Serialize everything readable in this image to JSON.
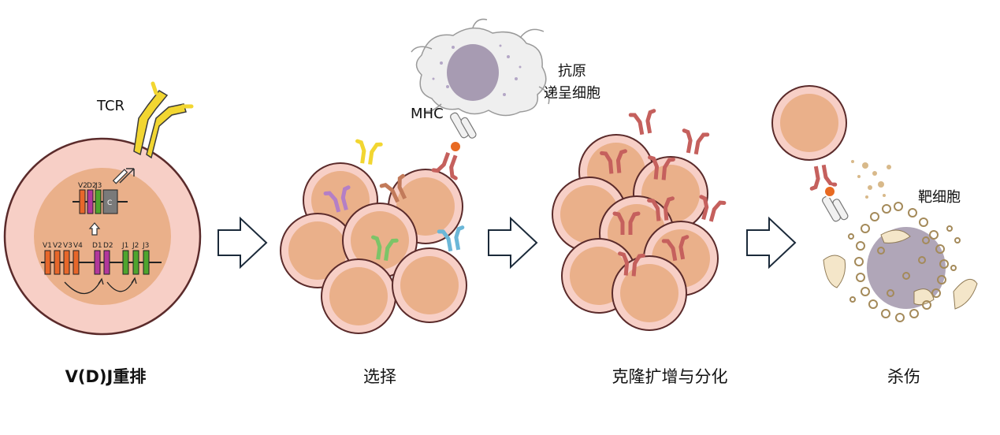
{
  "steps": [
    {
      "caption": "V(D)J重排"
    },
    {
      "caption": "选择"
    },
    {
      "caption": "克隆扩增与分化"
    },
    {
      "caption": "杀伤"
    }
  ],
  "labels": {
    "tcr": "TCR",
    "mhc": "MHC",
    "apc_line1": "抗原",
    "apc_line2": "递呈细胞",
    "target_cell": "靶细胞"
  },
  "genes": {
    "rearranged": [
      "V2",
      "D2",
      "J3"
    ],
    "constant": "C",
    "germline_v": [
      "V1",
      "V2",
      "V3",
      "V4"
    ],
    "germline_d": [
      "D1",
      "D2"
    ],
    "germline_j": [
      "J1",
      "J2",
      "J3"
    ]
  },
  "colors": {
    "v_segment": "#e8672a",
    "d_segment": "#b2379c",
    "j_segment": "#4ea52e",
    "c_segment": "#7a7a7a",
    "cell_outer": "#f7cfc6",
    "cell_inner": "#eab08a",
    "tcr_yellow": "#f2d631",
    "tcr_red": "#c5605d",
    "antigen": "#e86a22"
  }
}
